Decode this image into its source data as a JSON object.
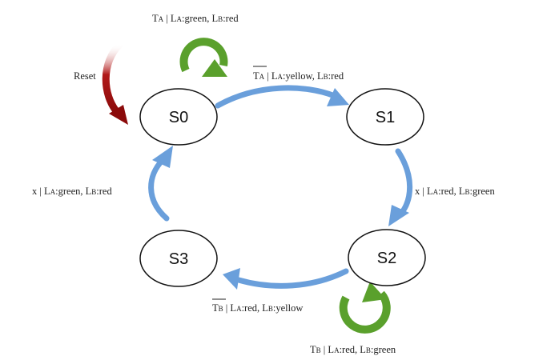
{
  "states": {
    "s0": {
      "name": "S0"
    },
    "s1": {
      "name": "S1"
    },
    "s2": {
      "name": "S2"
    },
    "s3": {
      "name": "S3"
    }
  },
  "reset": {
    "label": "Reset"
  },
  "transitions": {
    "s0_self": {
      "var": "T",
      "sub": "A",
      "sep": " | ",
      "la": "L",
      "la_sub": "A",
      "la_val": ":green, ",
      "lb": "L",
      "lb_sub": "B",
      "lb_val": ":red"
    },
    "s0_s1": {
      "var": "T",
      "sub": "A",
      "sep": " | ",
      "la": "L",
      "la_sub": "A",
      "la_val": ":yellow, ",
      "lb": "L",
      "lb_sub": "B",
      "lb_val": ":red"
    },
    "s1_s2": {
      "prefix": "x | ",
      "la": "L",
      "la_sub": "A",
      "la_val": ":red, ",
      "lb": "L",
      "lb_sub": "B",
      "lb_val": ":green"
    },
    "s2_self": {
      "var": "T",
      "sub": "B",
      "sep": " | ",
      "la": "L",
      "la_sub": "A",
      "la_val": ":red, ",
      "lb": "L",
      "lb_sub": "B",
      "lb_val": ":green"
    },
    "s2_s3": {
      "var": "T",
      "sub": "B",
      "sep": " | ",
      "la": "L",
      "la_sub": "A",
      "la_val": ":red, ",
      "lb": "L",
      "lb_sub": "B",
      "lb_val": ":yellow"
    },
    "s3_s0": {
      "prefix": "x | ",
      "la": "L",
      "la_sub": "A",
      "la_val": ":green, ",
      "lb": "L",
      "lb_sub": "B",
      "lb_val": ":red"
    }
  },
  "colors": {
    "transition_arrow": "#6a9fdb",
    "self_loop_arrow": "#5aa02c",
    "reset_arrow": "#8b0a0a",
    "state_stroke": "#111111"
  }
}
